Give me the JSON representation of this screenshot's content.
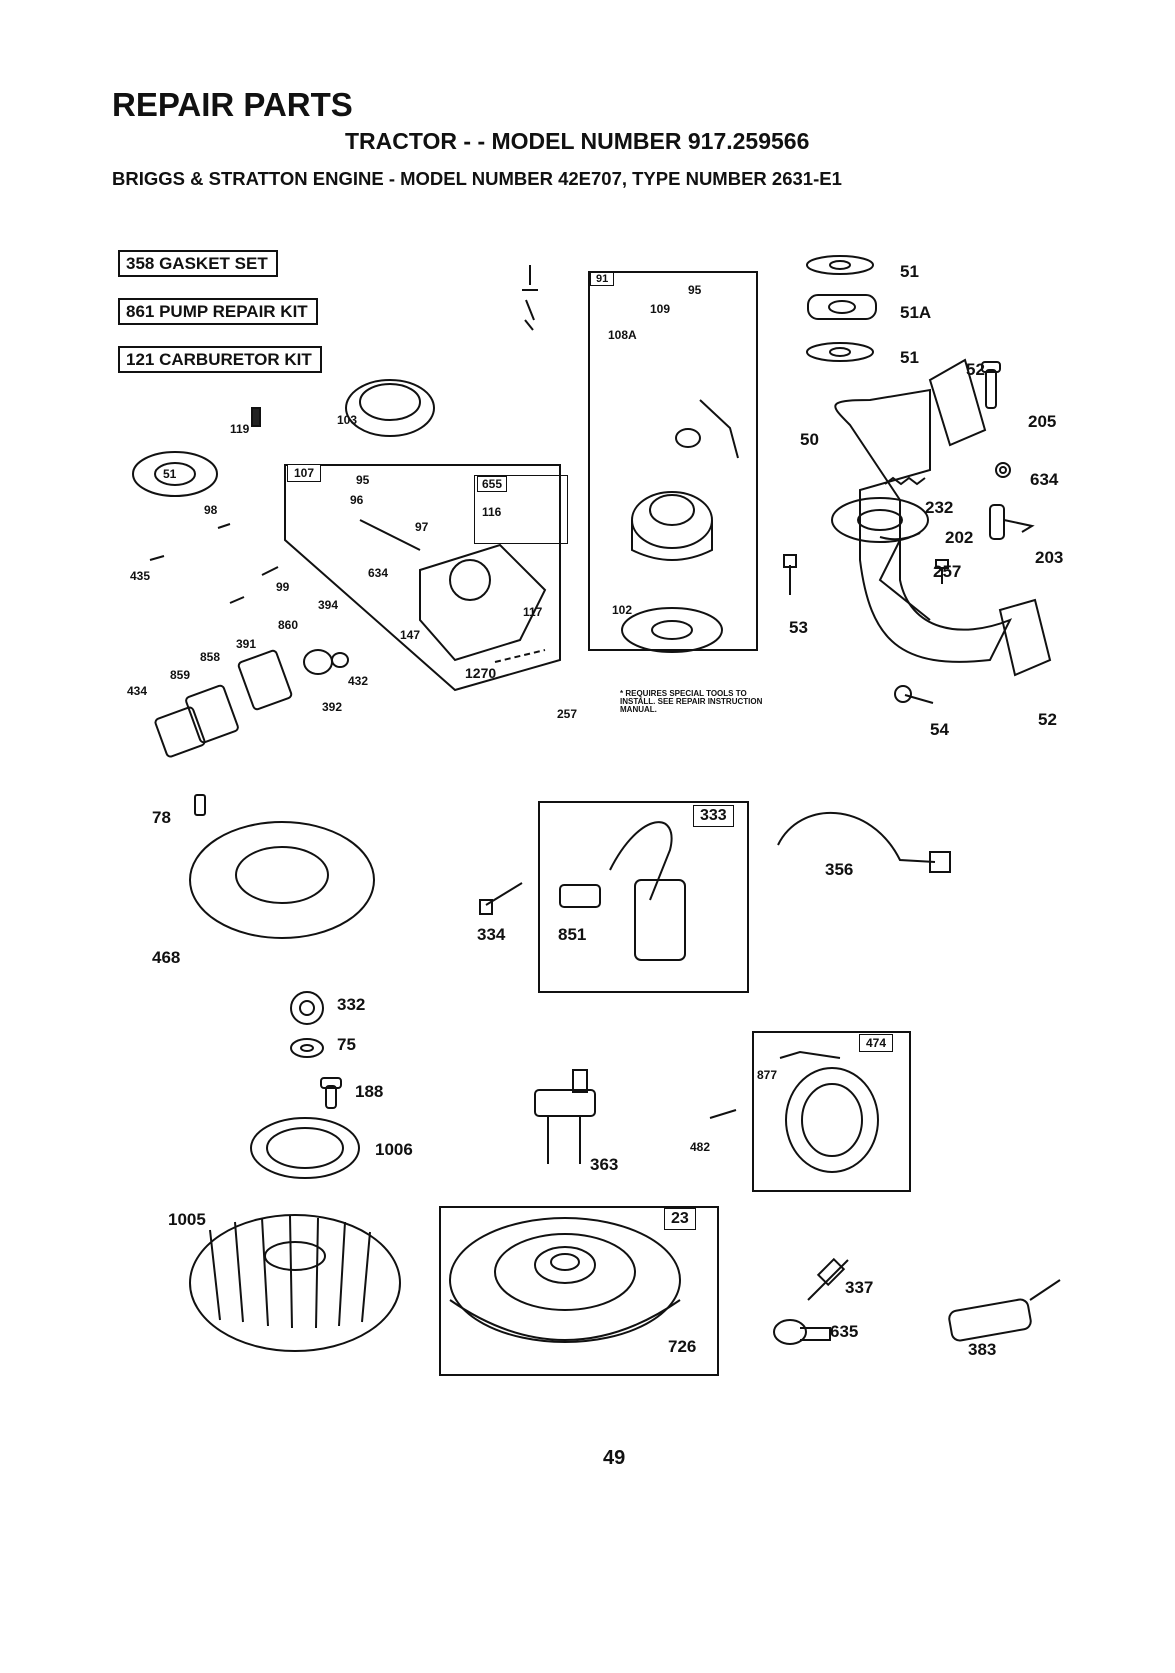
{
  "header": {
    "title": "REPAIR PARTS",
    "subtitle": "TRACTOR - - MODEL NUMBER 917.259566",
    "engine": "BRIGGS & STRATTON ENGINE - MODEL NUMBER 42E707, TYPE NUMBER 2631-E1"
  },
  "kits": [
    "358 GASKET SET",
    "861 PUMP REPAIR KIT",
    "121 CARBURETOR KIT"
  ],
  "parts": {
    "p51a": "51",
    "p51A": "51A",
    "p51b": "51",
    "p52a": "52",
    "p205": "205",
    "p634r": "634",
    "p232": "232",
    "p202": "202",
    "p203": "203",
    "p257r": "257",
    "p50": "50",
    "p53": "53",
    "p54": "54",
    "p52b": "52",
    "p119": "119",
    "p103": "103",
    "p51g": "51",
    "p98": "98",
    "p435": "435",
    "p107": "107",
    "p95": "95",
    "p96": "96",
    "p97": "97",
    "p634c": "634",
    "p99": "99",
    "p394": "394",
    "p860": "860",
    "p391": "391",
    "p858": "858",
    "p859": "859",
    "p434": "434",
    "p147": "147",
    "p432": "432",
    "p392": "392",
    "p1270": "1270",
    "p655": "655",
    "p116": "116",
    "p117": "117",
    "p91": "91",
    "p95b": "95",
    "p109": "109",
    "p108A": "108A",
    "p102": "102",
    "p257": "257",
    "p78": "78",
    "p468": "468",
    "p332": "332",
    "p75": "75",
    "p188": "188",
    "p1006": "1006",
    "p1005": "1005",
    "p334": "334",
    "p851": "851",
    "p333": "333",
    "p356": "356",
    "p363": "363",
    "p482": "482",
    "p474": "474",
    "p877": "877",
    "p23": "23",
    "p726": "726",
    "p337": "337",
    "p635": "635",
    "p383": "383"
  },
  "note": "* REQUIRES SPECIAL TOOLS TO INSTALL. SEE REPAIR INSTRUCTION MANUAL.",
  "page_number": "49"
}
